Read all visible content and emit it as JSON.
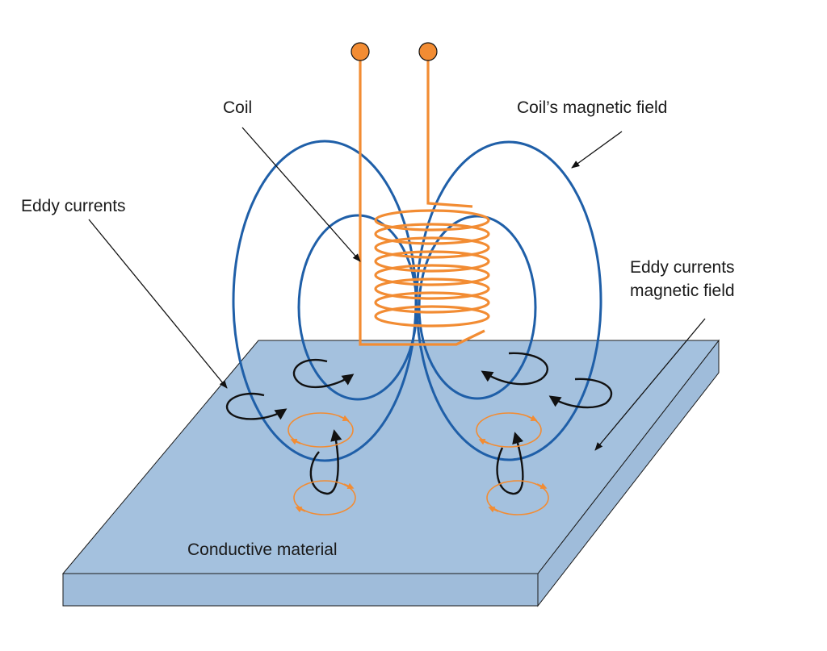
{
  "labels": {
    "coil": "Coil",
    "coil_field": "Coil’s magnetic field",
    "eddy_currents": "Eddy currents",
    "eddy_field_line1": "Eddy currents",
    "eddy_field_line2": "magnetic field",
    "material": "Conductive material"
  },
  "colors": {
    "coil": "#f28c33",
    "field_lines": "#1f5fa8",
    "plate": "#a4c1de",
    "eddy_arrows": "#111111"
  },
  "icons": [
    "terminal-dot",
    "arrowhead"
  ]
}
